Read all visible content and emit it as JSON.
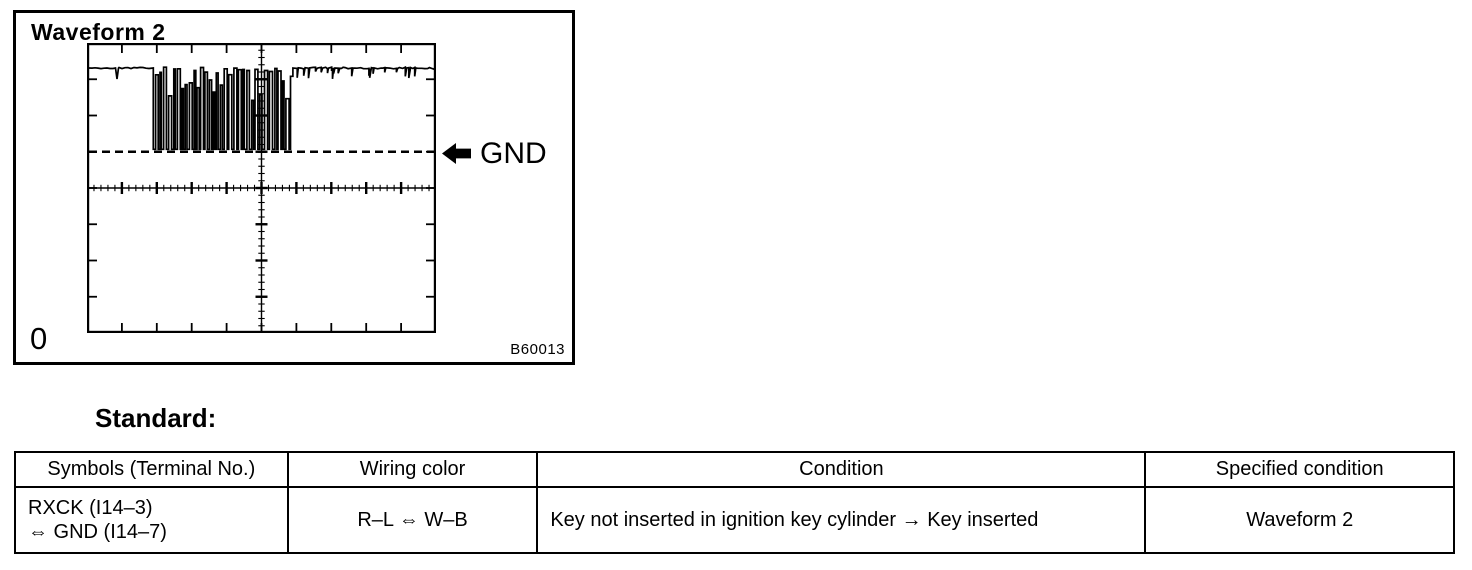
{
  "figure": {
    "title": "Waveform 2",
    "gnd_label": "GND",
    "zero_label": "0",
    "figure_id": "B60013",
    "grid": {
      "h_divisions": 10,
      "v_divisions": 8,
      "minor_per_div": 5
    },
    "waveform": {
      "high_level_div": 0.69,
      "gnd_level_div": 3.0,
      "notch_x_div": 0.86,
      "burst_start_div": 1.9,
      "burst_end_div": 5.9,
      "approx_cycles": 30
    }
  },
  "standard_heading": "Standard:",
  "table": {
    "headers": [
      "Symbols (Terminal No.)",
      "Wiring color",
      "Condition",
      "Specified condition"
    ],
    "rows": [
      {
        "symbols_lines": [
          "RXCK (I14–3)",
          "⇔ GND (I14–7)"
        ],
        "wiring_color": "R–L ⇔ W–B",
        "condition": "Key not inserted in ignition key cylinder → Key inserted",
        "specified_condition": "Waveform 2"
      }
    ]
  },
  "colors": {
    "ink": "#000000",
    "paper": "#ffffff"
  }
}
